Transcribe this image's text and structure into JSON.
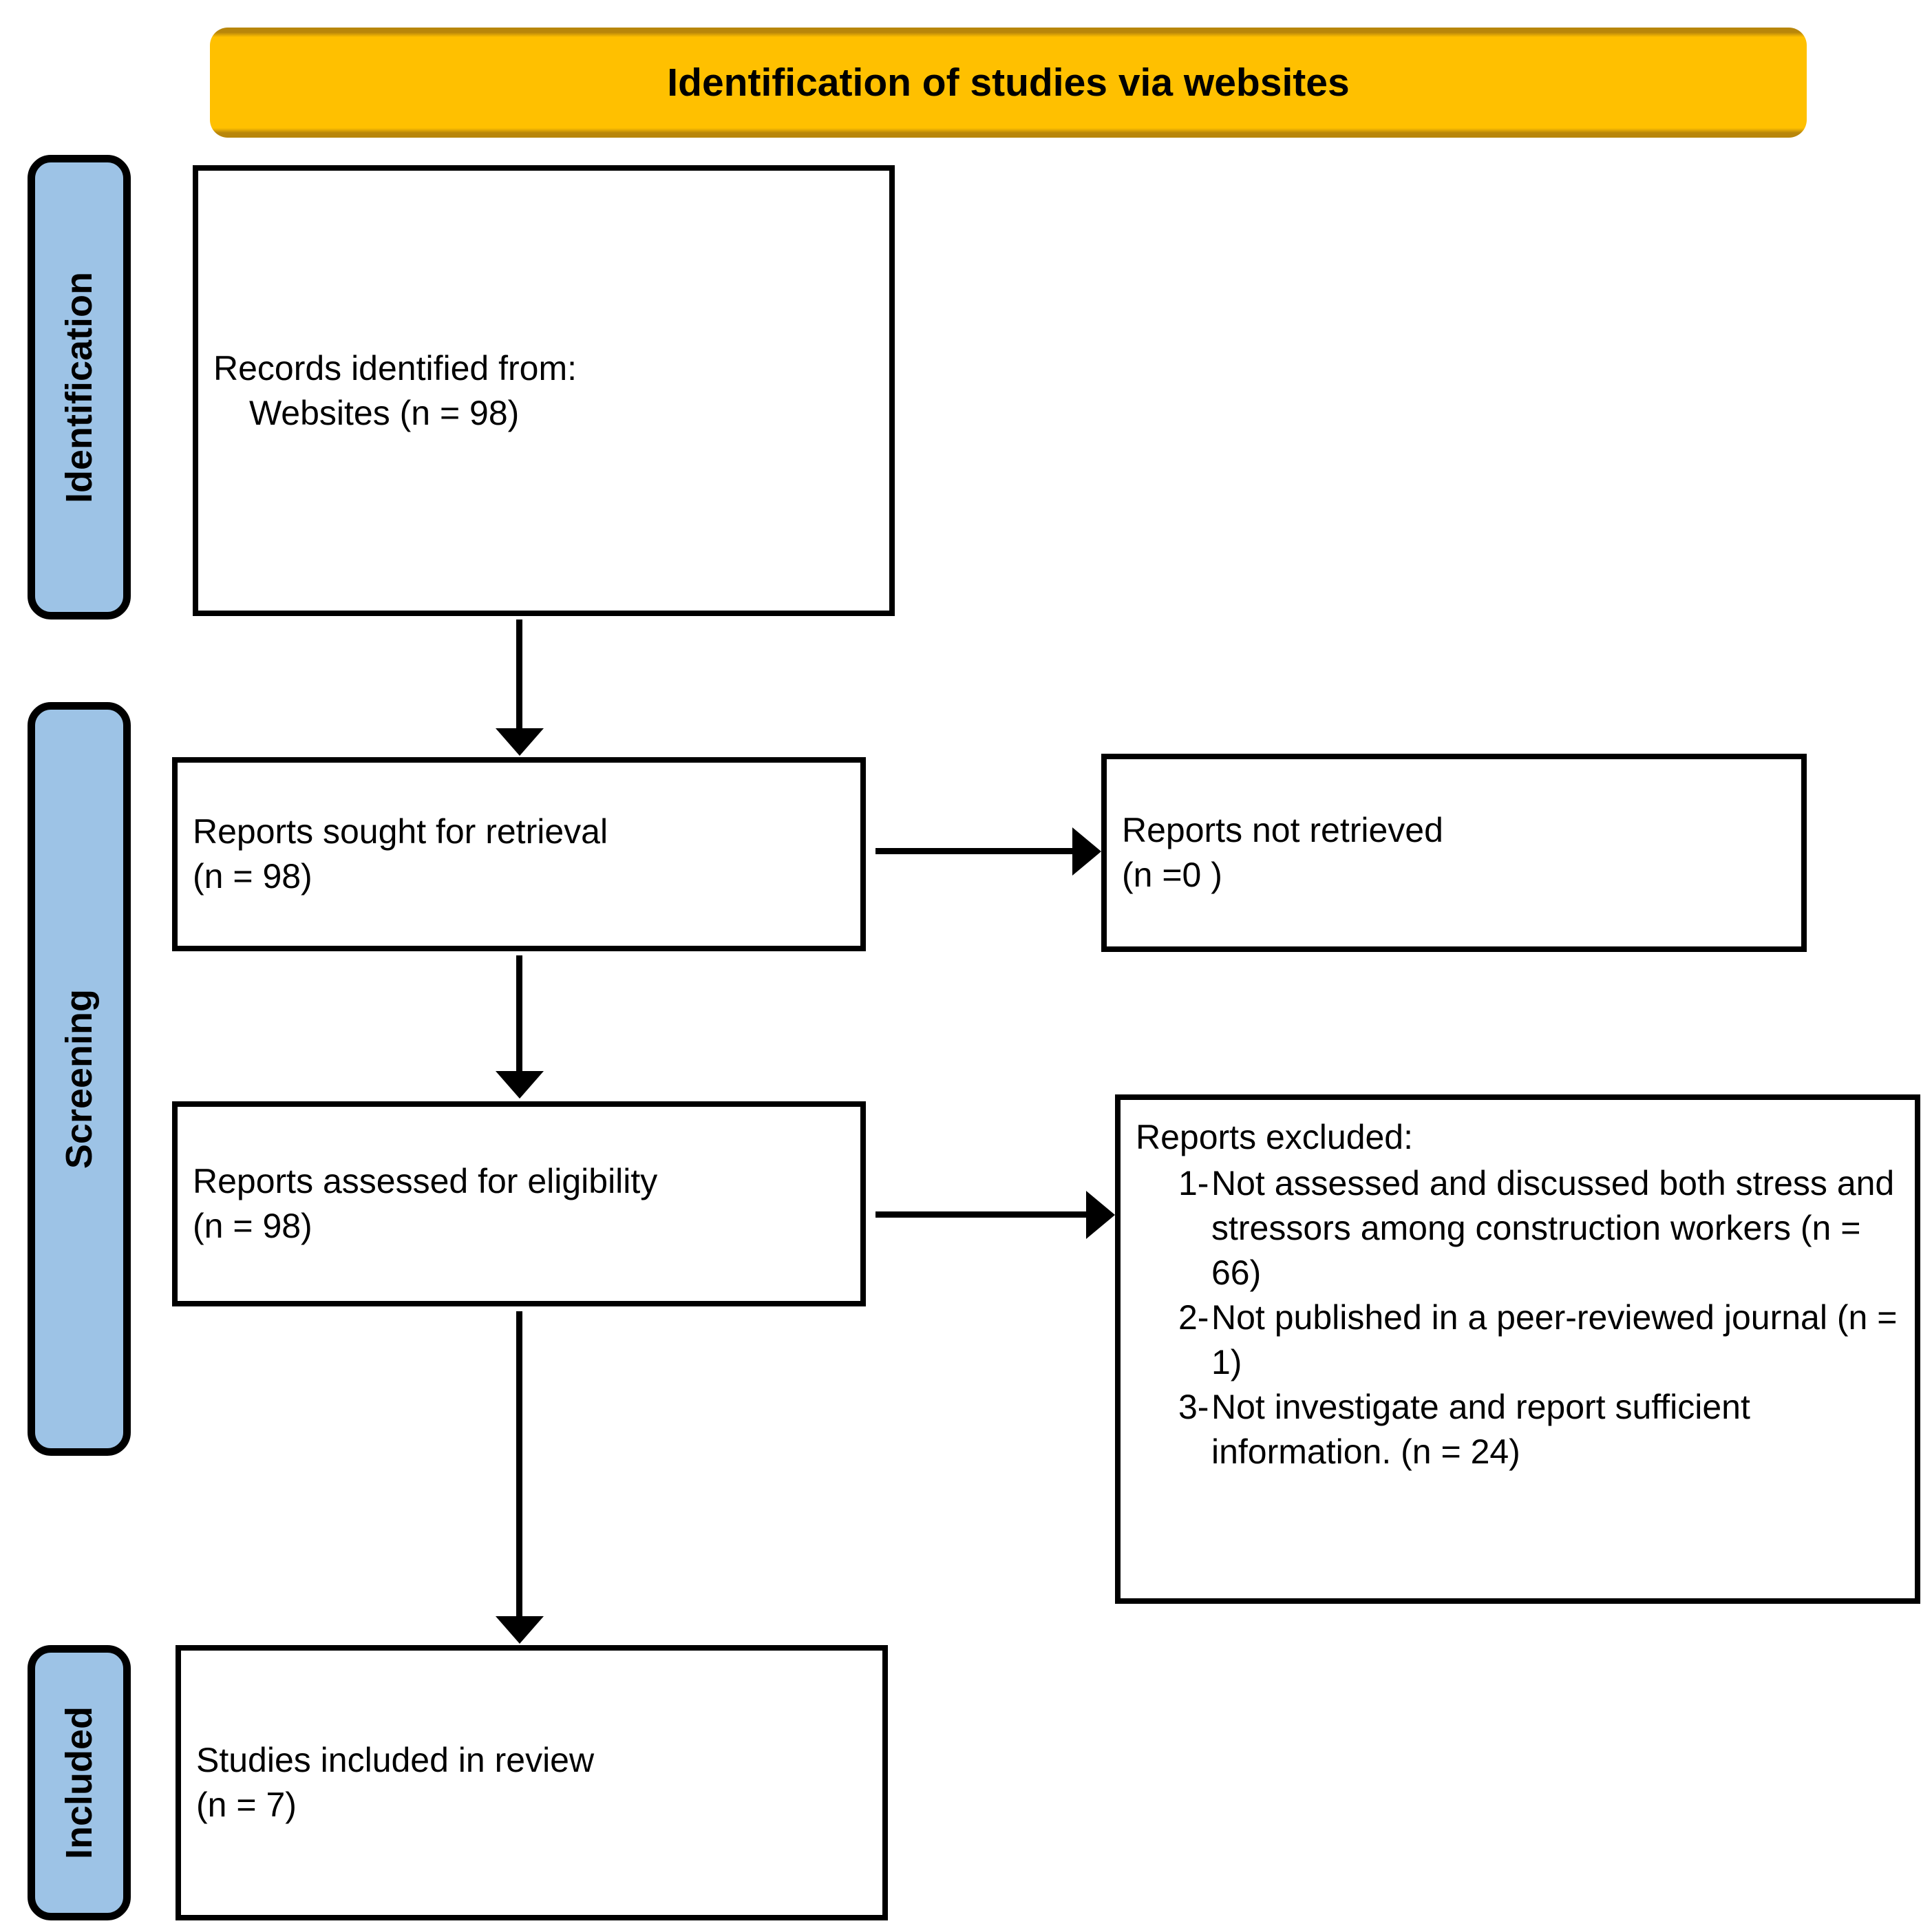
{
  "banner": {
    "title": "Identification of studies via websites",
    "color": "#FFC000"
  },
  "stages": {
    "color": "#9DC3E6",
    "identification": "Identification",
    "screening": "Screening",
    "included": "Included"
  },
  "boxes": {
    "records_identified": {
      "line1": "Records identified from:",
      "line2": "Websites (n = 98)"
    },
    "reports_sought": {
      "line1": "Reports sought for retrieval",
      "line2": "(n = 98)"
    },
    "reports_not_retrieved": {
      "line1": "Reports not retrieved",
      "line2": "(n =0 )"
    },
    "reports_assessed": {
      "line1": "Reports assessed for eligibility",
      "line2": "(n = 98)"
    },
    "reports_excluded": {
      "title": "Reports excluded:",
      "items": [
        {
          "number": "1-",
          "text": "Not assessed and discussed both stress and stressors among construction workers (n = 66)"
        },
        {
          "number": "2-",
          "text": "Not published in a peer-reviewed journal (n = 1)"
        },
        {
          "number": "3-",
          "text": "Not investigate and report sufficient information. (n = 24)"
        }
      ]
    },
    "studies_included": {
      "line1": "Studies included in review",
      "line2": "(n = 7)"
    }
  }
}
